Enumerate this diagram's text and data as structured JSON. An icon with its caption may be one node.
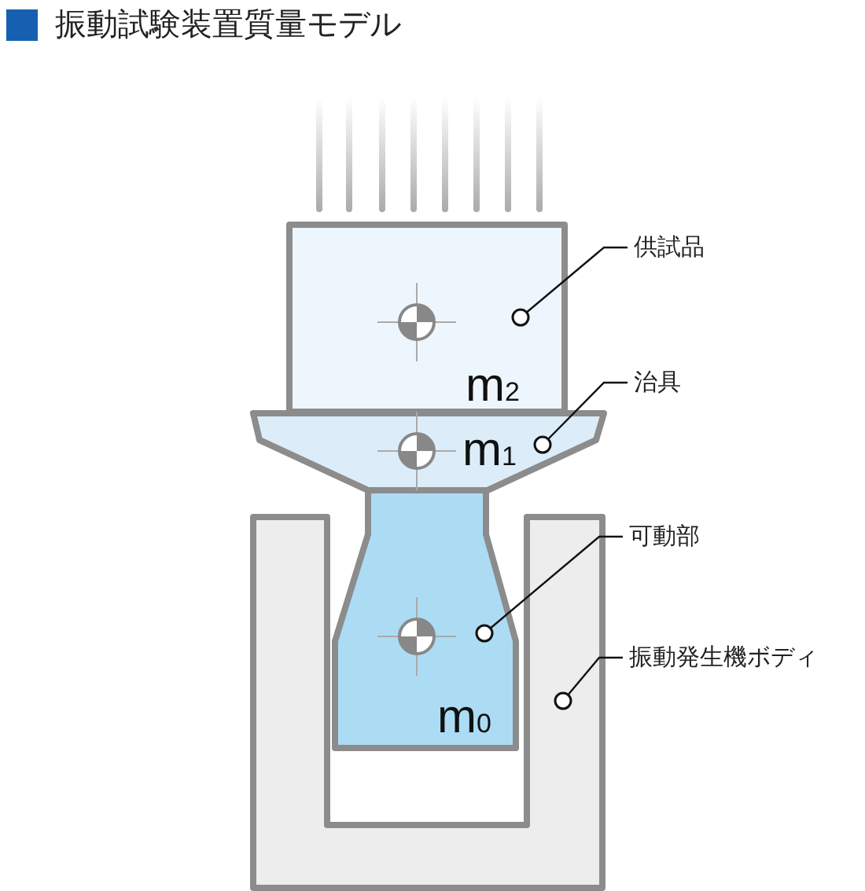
{
  "diagram": {
    "title": "振動試験装置質量モデル",
    "nodes": [
      {
        "text": [
          "m$_{2}$"
        ]
      },
      {
        "text": [
          "m$_{1}$"
        ]
      },
      {
        "text": [],
        "shape": "box"
      },
      {
        "text": [
          "m$_{0}$"
        ]
      },
      {
        "text": [
          "供試品"
        ]
      },
      {
        "text": [
          "治具"
        ]
      },
      {
        "text": [
          "可動部"
        ]
      },
      {
        "text": [
          "振動発生機ボディ"
        ]
      }
    ],
    "edges": [
      {
        "from": 4,
        "to": 0,
        "arrow": "other"
      },
      {
        "from": 5,
        "to": 1,
        "arrow": "other"
      },
      {
        "from": 6,
        "to": 3,
        "arrow": "other"
      },
      {
        "from": 7,
        "to": 2,
        "arrow": "other"
      }
    ]
  }
}
